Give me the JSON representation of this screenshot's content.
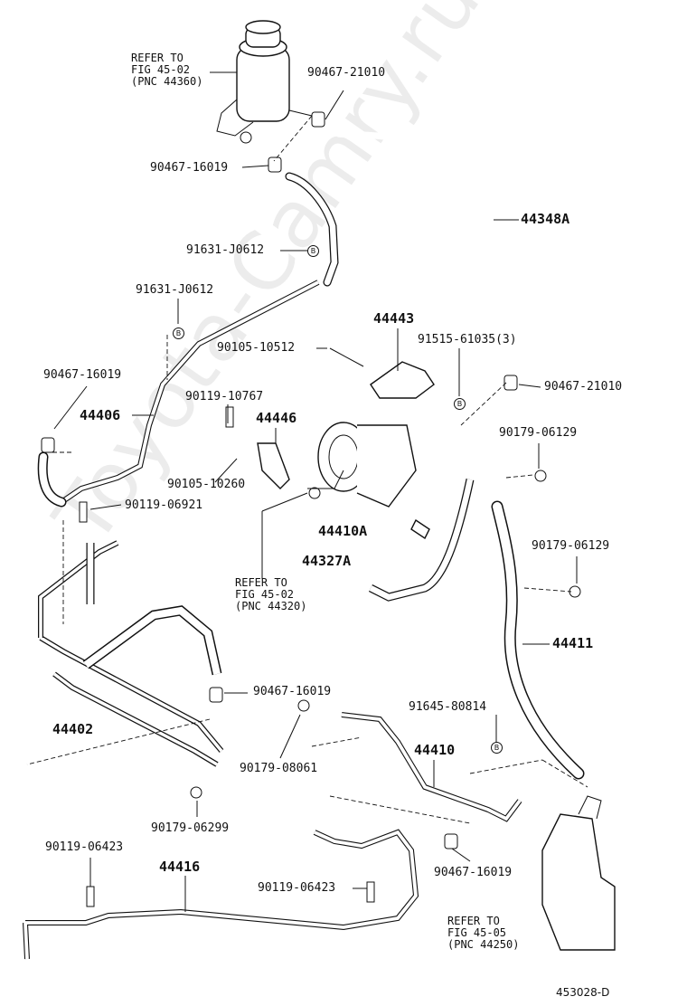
{
  "watermark": "Toyota-Camry.ru",
  "diagram_code": "453028-D",
  "notes": [
    {
      "id": "n1",
      "lines": [
        "REFER TO",
        "FIG 45-02",
        "(PNC 44360)"
      ]
    },
    {
      "id": "n2",
      "lines": [
        "REFER TO",
        "FIG 45-02",
        "(PNC 44320)"
      ]
    },
    {
      "id": "n3",
      "lines": [
        "REFER TO",
        "FIG 45-05",
        "(PNC 44250)"
      ]
    }
  ],
  "parts": {
    "p_90467_21010_a": "90467-21010",
    "p_90467_16019_a": "90467-16019",
    "p_44348A": "44348A",
    "p_91631_J0612_a": "91631-J0612",
    "p_91631_J0612_b": "91631-J0612",
    "p_44443": "44443",
    "p_90105_10512": "90105-10512",
    "p_91515_61035": "91515-61035(3)",
    "p_90467_16019_b": "90467-16019",
    "p_90467_21010_b": "90467-21010",
    "p_44406": "44406",
    "p_90119_10767": "90119-10767",
    "p_44446": "44446",
    "p_90179_06129_a": "90179-06129",
    "p_90105_10260": "90105-10260",
    "p_90119_06921": "90119-06921",
    "p_44410A": "44410A",
    "p_44327A": "44327A",
    "p_90179_06129_b": "90179-06129",
    "p_44411": "44411",
    "p_90467_16019_c": "90467-16019",
    "p_44402": "44402",
    "p_91645_80814": "91645-80814",
    "p_44410": "44410",
    "p_90179_08061": "90179-08061",
    "p_90179_06299": "90179-06299",
    "p_90119_06423_a": "90119-06423",
    "p_44416": "44416",
    "p_90119_06423_b": "90119-06423",
    "p_90467_16019_d": "90467-16019"
  },
  "bolt_marker": "B"
}
